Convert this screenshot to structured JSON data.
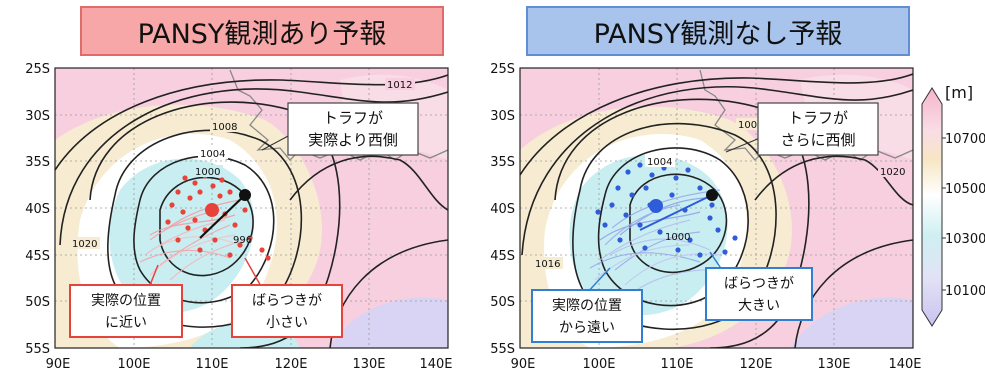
{
  "panels": {
    "left": {
      "title": "PANSY観測あり予報",
      "callout_trough": [
        "トラフが",
        "実際より西側"
      ],
      "callout_position": [
        "実際の位置",
        "に近い"
      ],
      "callout_spread": [
        "ばらつきが",
        "小さい"
      ],
      "contour_labels": [
        "1012",
        "1008",
        "1004",
        "1000",
        "1020",
        "996"
      ],
      "accent": "#e8433b"
    },
    "right": {
      "title": "PANSY観測なし予報",
      "callout_trough": [
        "トラフが",
        "さらに西側"
      ],
      "callout_position": [
        "実際の位置",
        "から遠い"
      ],
      "callout_spread": [
        "ばらつきが",
        "大きい"
      ],
      "contour_labels": [
        "100",
        "1004",
        "1020",
        "1016",
        "1000"
      ],
      "accent": "#2f5cd8"
    }
  },
  "axes": {
    "lat_ticks": [
      "25S",
      "30S",
      "35S",
      "40S",
      "45S",
      "50S",
      "55S"
    ],
    "lon_ticks": [
      "90E",
      "100E",
      "110E",
      "120E",
      "130E",
      "140E"
    ]
  },
  "colorbar": {
    "unit": "[m]",
    "labels": [
      "10700",
      "10500",
      "10300",
      "10100"
    ]
  },
  "colors": {
    "pink": "#f7cfdf",
    "beige": "#f7ecd2",
    "cyan": "#c9eef1",
    "lavender": "#d9d4f3",
    "red_box": "#e8433b",
    "blue_box": "#2f7fd2"
  }
}
